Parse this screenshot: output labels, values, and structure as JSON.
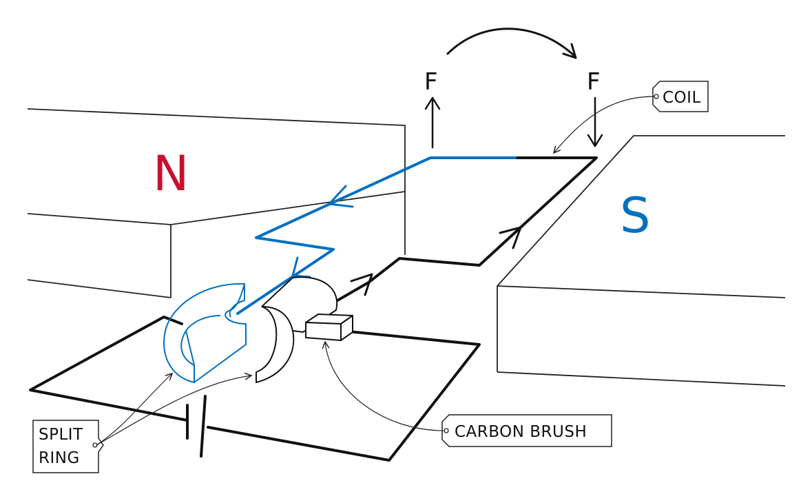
{
  "diagram": {
    "magnets": {
      "north": {
        "label": "N",
        "color": "#c8102e"
      },
      "south": {
        "label": "S",
        "color": "#0070c0"
      }
    },
    "forces": [
      {
        "label": "F",
        "direction": "up"
      },
      {
        "label": "F",
        "direction": "down"
      }
    ],
    "rotation": {
      "icon": "curved-arrow-icon",
      "direction": "clockwise"
    },
    "labels": {
      "coil": "COIL",
      "carbon_brush": "CARBON BRUSH",
      "split_ring_line1": "SPLIT",
      "split_ring_line2": "RING"
    },
    "colors": {
      "wire": "#111111",
      "current_blue": "#0070c0",
      "magnet_outline": "#222222"
    }
  }
}
